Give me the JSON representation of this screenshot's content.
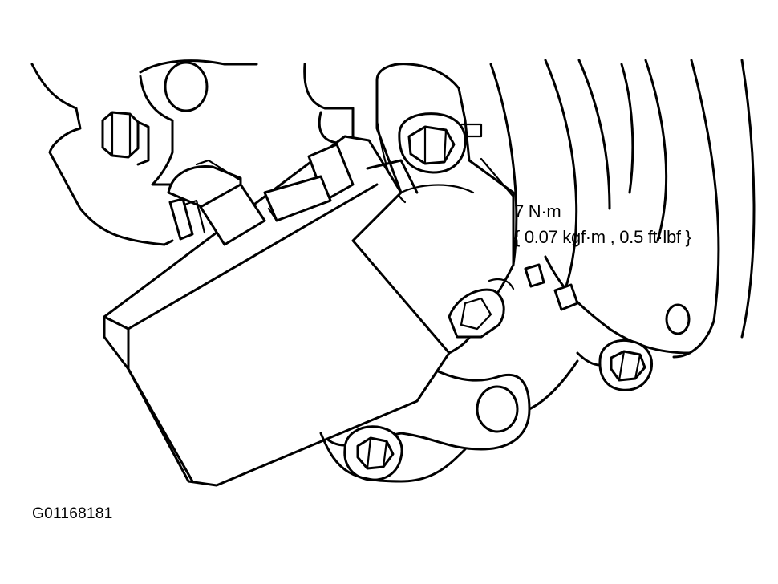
{
  "diagram": {
    "torque_value_metric": "7 N·m",
    "torque_value_alt": "{ 0.07 kgf·m , 0.5 ft·lbf }",
    "figure_code": "G01168181"
  },
  "colors": {
    "ink": "#000000",
    "paper": "#ffffff"
  }
}
